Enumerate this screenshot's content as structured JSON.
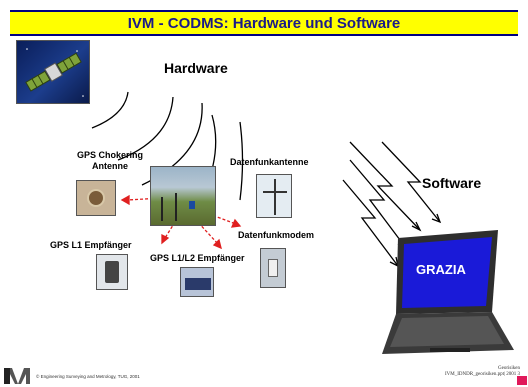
{
  "title": "IVM - CODMS: Hardware und Software",
  "headings": {
    "hardware": "Hardware",
    "software": "Software"
  },
  "labels": {
    "chokering_line1": "GPS Chokering",
    "chokering_line2": "Antenne",
    "datenfunkantenne": "Datenfunkantenne",
    "datenfunkmodem": "Datenfunkmodem",
    "l1": "GPS L1 Empfänger",
    "l1l2": "GPS L1/L2 Empfänger",
    "grazia": "GRAZIA"
  },
  "footer": {
    "left": "© Engineering Surveying and Metrology, TUG, 2001",
    "right_line1": "Georisiken",
    "right_line2": "IVM_IDNDR_georisiken.ppt| 2001 3"
  },
  "colors": {
    "title_bg": "#ffff00",
    "title_text": "#1a1a8a",
    "arrow_red": "#e02020",
    "badge": "#e0195a"
  },
  "icons": [
    "satellite-icon",
    "radio-waves-icon",
    "laptop-icon",
    "lightning-arrow-icon",
    "ivm-logo-icon"
  ]
}
